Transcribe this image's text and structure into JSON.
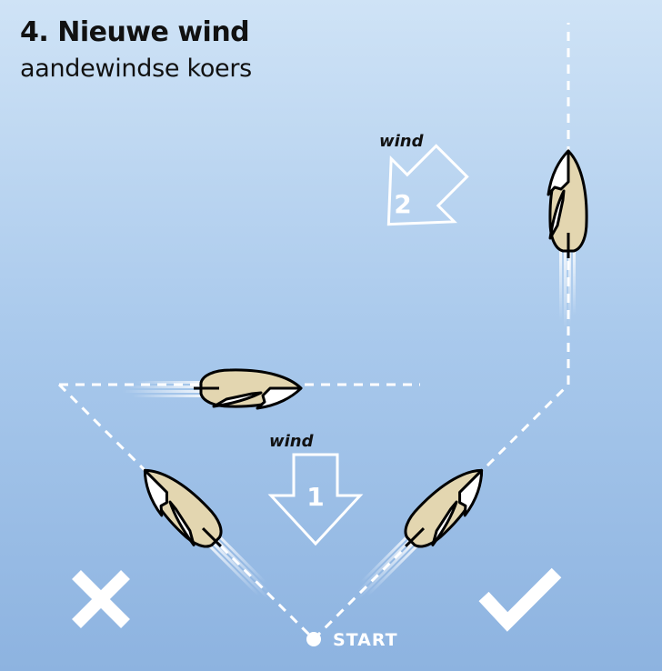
{
  "header": {
    "title": "4. Nieuwe wind",
    "subtitle": "aandewindse koers"
  },
  "wind_arrows": [
    {
      "label": "wind",
      "number": "1"
    },
    {
      "label": "wind",
      "number": "2"
    }
  ],
  "start_label": "START",
  "marks": {
    "wrong": "cross-icon",
    "right": "check-icon"
  },
  "colors": {
    "hull": "#e3d6b0",
    "line": "#ffffff",
    "bg_top": "#cfe3f6",
    "bg_bottom": "#8db3e0"
  }
}
